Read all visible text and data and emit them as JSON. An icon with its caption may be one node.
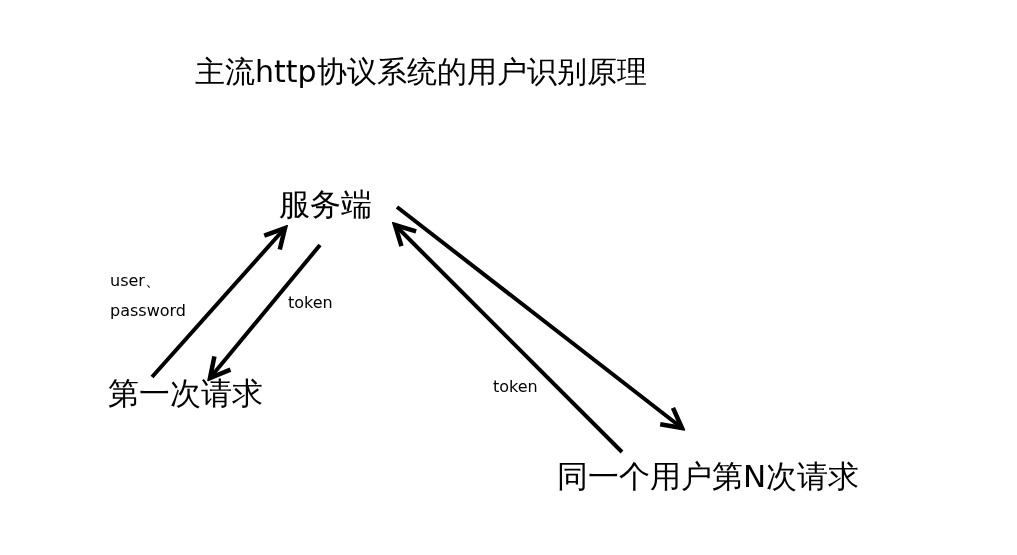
{
  "diagram": {
    "title": "主流http协议系统的用户识别原理",
    "nodes": [
      {
        "text": [
          "服务端"
        ]
      },
      {
        "text": [
          "第一次请求"
        ]
      },
      {
        "text": [
          "同一个用户第N次请求"
        ]
      }
    ],
    "edges": [
      {
        "from": 1,
        "to": 0,
        "arrow": "to",
        "label": "user、password"
      },
      {
        "from": 0,
        "to": 1,
        "arrow": "to",
        "label": "token"
      },
      {
        "from": 0,
        "to": 2,
        "arrow": "to"
      },
      {
        "from": 2,
        "to": 0,
        "arrow": "to",
        "label": "token"
      }
    ]
  }
}
